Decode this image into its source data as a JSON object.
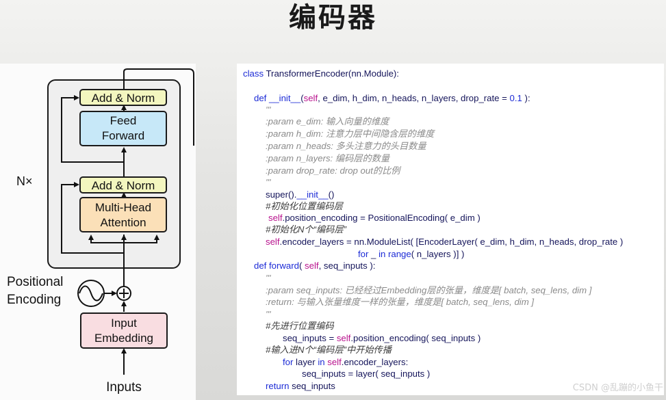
{
  "title": "编码器",
  "diagram": {
    "nx": "N×",
    "add_norm_top": "Add & Norm",
    "feed_forward_1": "Feed",
    "feed_forward_2": "Forward",
    "add_norm_bottom": "Add & Norm",
    "mha_1": "Multi-Head",
    "mha_2": "Attention",
    "positional_1": "Positional",
    "positional_2": "Encoding",
    "input_emb_1": "Input",
    "input_emb_2": "Embedding",
    "inputs": "Inputs",
    "plus_symbol": "+"
  },
  "code": {
    "l1a": "class ",
    "l1b": "TransformerEncoder(nn.Module):",
    "l2a": "def ",
    "l2b": "__init__",
    "l2c": "(",
    "l2d": "self",
    "l2e": ", e_dim, h_dim, n_heads, n_layers, drop_rate = ",
    "l2f": "0.1",
    "l2g": " ):",
    "l3": "'''",
    "l4": ":param e_dim: 输入向量的维度",
    "l5": ":param h_dim: 注意力层中间隐含层的维度",
    "l6": ":param n_heads: 多头注意力的头目数量",
    "l7": ":param n_layers: 编码层的数量",
    "l8": ":param drop_rate: drop out的比例",
    "l9": "'''",
    "l10a": "super().",
    "l10b": "__init__",
    "l10c": "()",
    "l11": "#初始化位置编码层",
    "l12a": "self",
    "l12b": ".position_encoding = PositionalEncoding( e_dim )",
    "l13": "#初始化N个“编码层”",
    "l14a": "self",
    "l14b": ".encoder_layers = nn.ModuleList( [EncoderLayer( e_dim, h_dim, n_heads, drop_rate )",
    "l15a": "for",
    "l15b": " _ ",
    "l15c": "in",
    "l15d": " ",
    "l15e": "range",
    "l15f": "( n_layers )] )",
    "l16a": "def ",
    "l16b": "forward",
    "l16c": "( ",
    "l16d": "self",
    "l16e": ", seq_inputs ):",
    "l17": "'''",
    "l18": ":param seq_inputs: 已经经过Embedding层的张量，维度是[ batch, seq_lens, dim ]",
    "l19": ":return: 与输入张量维度一样的张量，维度是[ batch, seq_lens, dim ]",
    "l20": "'''",
    "l21": "#先进行位置编码",
    "l22a": "seq_inputs = ",
    "l22b": "self",
    "l22c": ".position_encoding( seq_inputs )",
    "l23": "#输入进N个“编码层”中开始传播",
    "l24a": "for",
    "l24b": " layer ",
    "l24c": "in",
    "l24d": " ",
    "l24e": "self",
    "l24f": ".encoder_layers:",
    "l25": "seq_inputs = layer( seq_inputs )",
    "l26a": "return",
    "l26b": " seq_inputs"
  },
  "watermark": "CSDN @乱蹦的小鱼干",
  "colors": {
    "add_norm": "#f3f6bf",
    "feed_forward": "#c7e8f8",
    "attention": "#fbe0b8",
    "embedding": "#f9dde1",
    "encoder_block": "#efefef",
    "keyword": "#1c2bd6",
    "self": "#b8128d",
    "comment": "#8a8a8a"
  }
}
